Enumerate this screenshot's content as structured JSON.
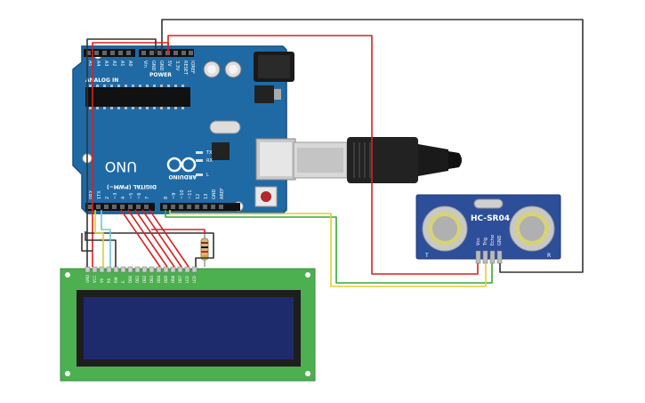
{
  "arduino": {
    "brand": "ARDUINO",
    "model": "UNO",
    "analog_label": "ANALOG IN",
    "power_label": "POWER",
    "analog_pins": [
      "A5",
      "A4",
      "A3",
      "A2",
      "A1",
      "A0"
    ],
    "power_pins": [
      "Vin",
      "GND",
      "GND",
      "5V",
      "3.3V",
      "RESET",
      "IOREF"
    ],
    "digital_label": "DIGITAL (PWM~)",
    "digital_pins_left": [
      "0RX",
      "1TX",
      "2",
      "~3",
      "4",
      "~5",
      "~6",
      "7"
    ],
    "digital_pins_right": [
      "8",
      "~9",
      "~10",
      "~11",
      "12",
      "13",
      "GND",
      "AREF"
    ],
    "led_labels": [
      "TX",
      "RX",
      "L"
    ],
    "board_color": "#1f6aa5"
  },
  "sensor": {
    "name": "HC-SR04",
    "pins": [
      "Vcc",
      "Trig",
      "Echo",
      "GND"
    ],
    "left_marker": "T",
    "right_marker": "R"
  },
  "lcd": {
    "pins": [
      "GND",
      "VCC",
      "V0",
      "RS",
      "RW",
      "E",
      "DB0",
      "DB1",
      "DB2",
      "DB3",
      "DB4",
      "DB5",
      "DB6",
      "DB7",
      "LED",
      "LED"
    ]
  },
  "colors": {
    "wire_red": "#d92121",
    "wire_black": "#333333",
    "wire_green": "#3aa63a",
    "wire_yellow": "#e0cf2e",
    "wire_cyan": "#6ec6d9",
    "lcd_pcb": "#4caf50",
    "lcd_screen": "#1d2a6b",
    "sensor_pcb": "#2d4f9a"
  }
}
